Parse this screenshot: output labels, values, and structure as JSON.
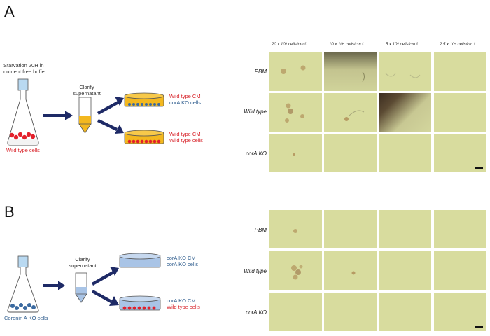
{
  "panel_a": {
    "letter": "A",
    "starvation_line1": "Starvation 20H in",
    "starvation_line2": "nutrient free buffer",
    "cells_label": "Wild type cells",
    "clarify_line1": "Clarify",
    "clarify_line2": "supernatant",
    "dish_top_cm": "Wild type CM",
    "dish_top_cells": "corA KO cells",
    "dish_bottom_cm": "Wild type CM",
    "dish_bottom_cells": "Wild type cells",
    "columns": [
      "20 x 10⁴ cells/cm ²",
      "10 x 10⁴ cells/cm ²",
      "5 x 10⁴ cells/cm ²",
      "2.5 x 10⁴ cells/cm ²"
    ],
    "rows": [
      "PBM",
      "Wild type",
      "corA KO"
    ]
  },
  "panel_b": {
    "letter": "B",
    "cells_label": "Coronin A KO cells",
    "clarify_line1": "Clarify",
    "clarify_line2": "supernatant",
    "dish_top_cm": "corA KO CM",
    "dish_top_cells": "corA KO cells",
    "dish_bottom_cm": "corA KO CM",
    "dish_bottom_cells": "Wild type cells",
    "rows": [
      "PBM",
      "Wild type",
      "corA KO"
    ]
  },
  "colors": {
    "flask_a_medium": "#f1f1f1",
    "supernatant_a": "#f3b81f",
    "supernatant_b": "#a9c4e6",
    "wild_type_cell": "#e3202b",
    "ko_cell": "#3b6aa0",
    "arrow": "#1e2a66",
    "tile_base": "#d8dc9e"
  }
}
